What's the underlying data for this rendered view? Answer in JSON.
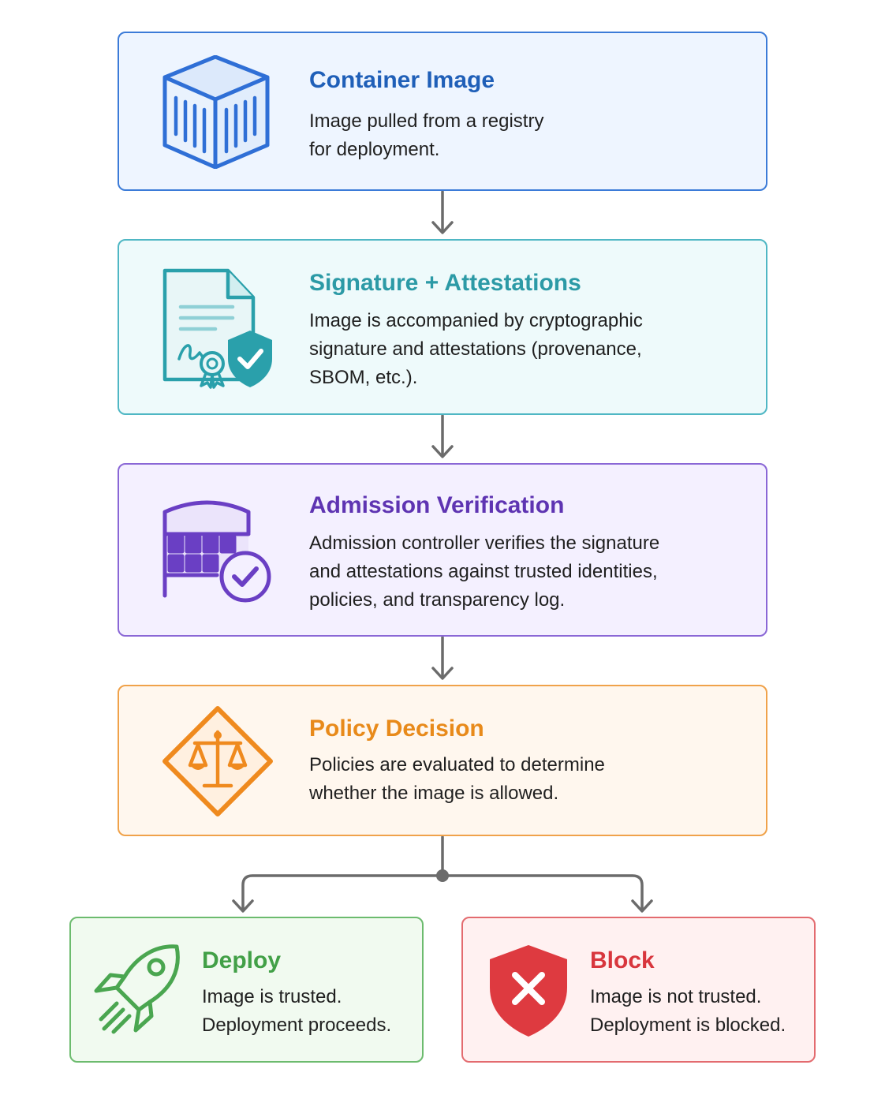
{
  "steps": {
    "container": {
      "title": "Container Image",
      "lines": [
        "Image pulled from a registry",
        "for deployment."
      ],
      "icon": "container-icon",
      "color": "#1f5fb8"
    },
    "signature": {
      "title": "Signature + Attestations",
      "lines": [
        "Image is accompanied by cryptographic",
        "signature and attestations (provenance,",
        "SBOM, etc.)."
      ],
      "icon": "certificate-shield-icon",
      "color": "#2c9aa6"
    },
    "admission": {
      "title": "Admission Verification",
      "lines": [
        "Admission controller verifies the signature",
        "and attestations against trusted identities,",
        "policies, and transparency log."
      ],
      "icon": "gate-check-icon",
      "color": "#5e34b2"
    },
    "policy": {
      "title": "Policy Decision",
      "lines": [
        "Policies are evaluated to determine",
        "whether the image is allowed."
      ],
      "icon": "scales-diamond-icon",
      "color": "#e88a1a"
    }
  },
  "outcomes": {
    "deploy": {
      "title": "Deploy",
      "lines": [
        "Image is trusted.",
        "Deployment proceeds."
      ],
      "icon": "rocket-icon",
      "color": "#42a047"
    },
    "block": {
      "title": "Block",
      "lines": [
        "Image is not trusted.",
        "Deployment is blocked."
      ],
      "icon": "shield-x-icon",
      "color": "#d8363d"
    }
  },
  "connector_color": "#6b6b6b"
}
